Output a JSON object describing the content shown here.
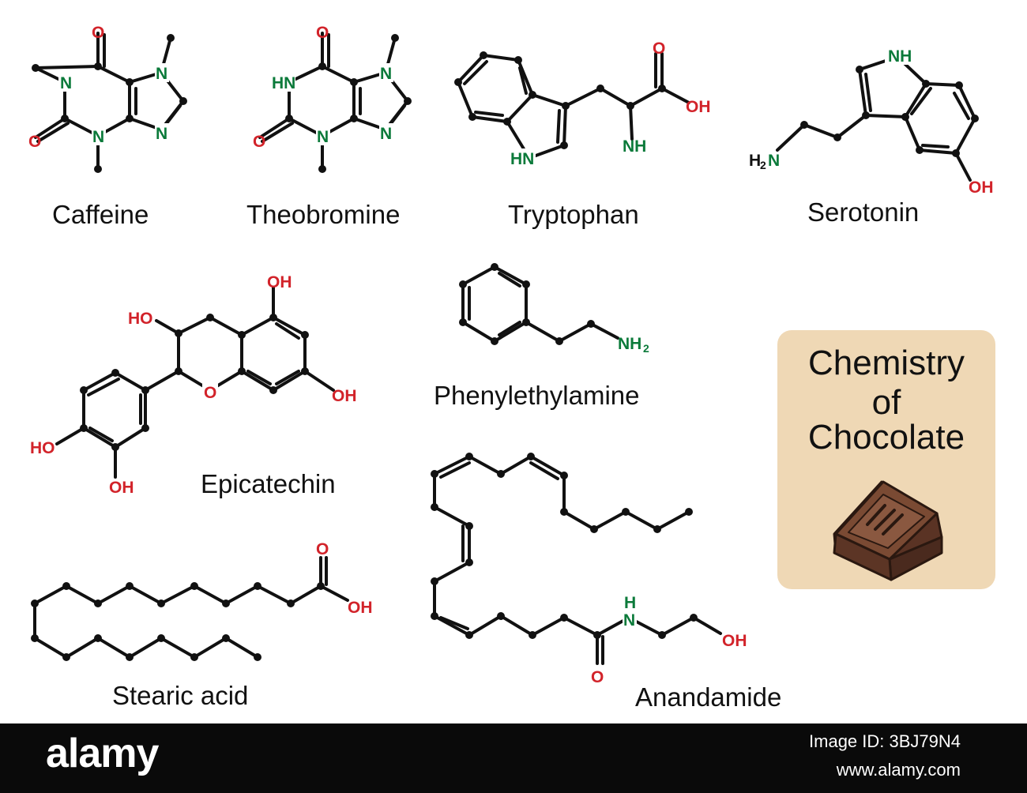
{
  "labels": {
    "caffeine": "Caffeine",
    "theobromine": "Theobromine",
    "tryptophan": "Tryptophan",
    "serotonin": "Serotonin",
    "epicatechin": "Epicatechin",
    "phenylethylamine": "Phenylethylamine",
    "stearic_acid": "Stearic acid",
    "anandamide": "Anandamide"
  },
  "atoms": {
    "O": "O",
    "N": "N",
    "HN": "HN",
    "NH": "NH",
    "OH": "OH",
    "HO": "HO",
    "H2N_H": "H",
    "H2N_2": "2",
    "H2N_N": "N",
    "NH2_NH": "NH",
    "NH2_2": "2",
    "H": "H"
  },
  "title_box": {
    "line1": "Chemistry",
    "line2": "of",
    "line3": "Chocolate"
  },
  "footer": {
    "brand": "alamy",
    "image_id": "Image ID: 3BJ79N4",
    "site": "www.alamy.com"
  },
  "colors": {
    "oxygen": "#d2232a",
    "nitrogen": "#0b7a3a",
    "bond": "#111111",
    "title_box_bg": "#efd8b5",
    "chocolate_top": "#7a4a33",
    "chocolate_side": "#5a3324",
    "footer_bg": "#0a0a0a"
  }
}
